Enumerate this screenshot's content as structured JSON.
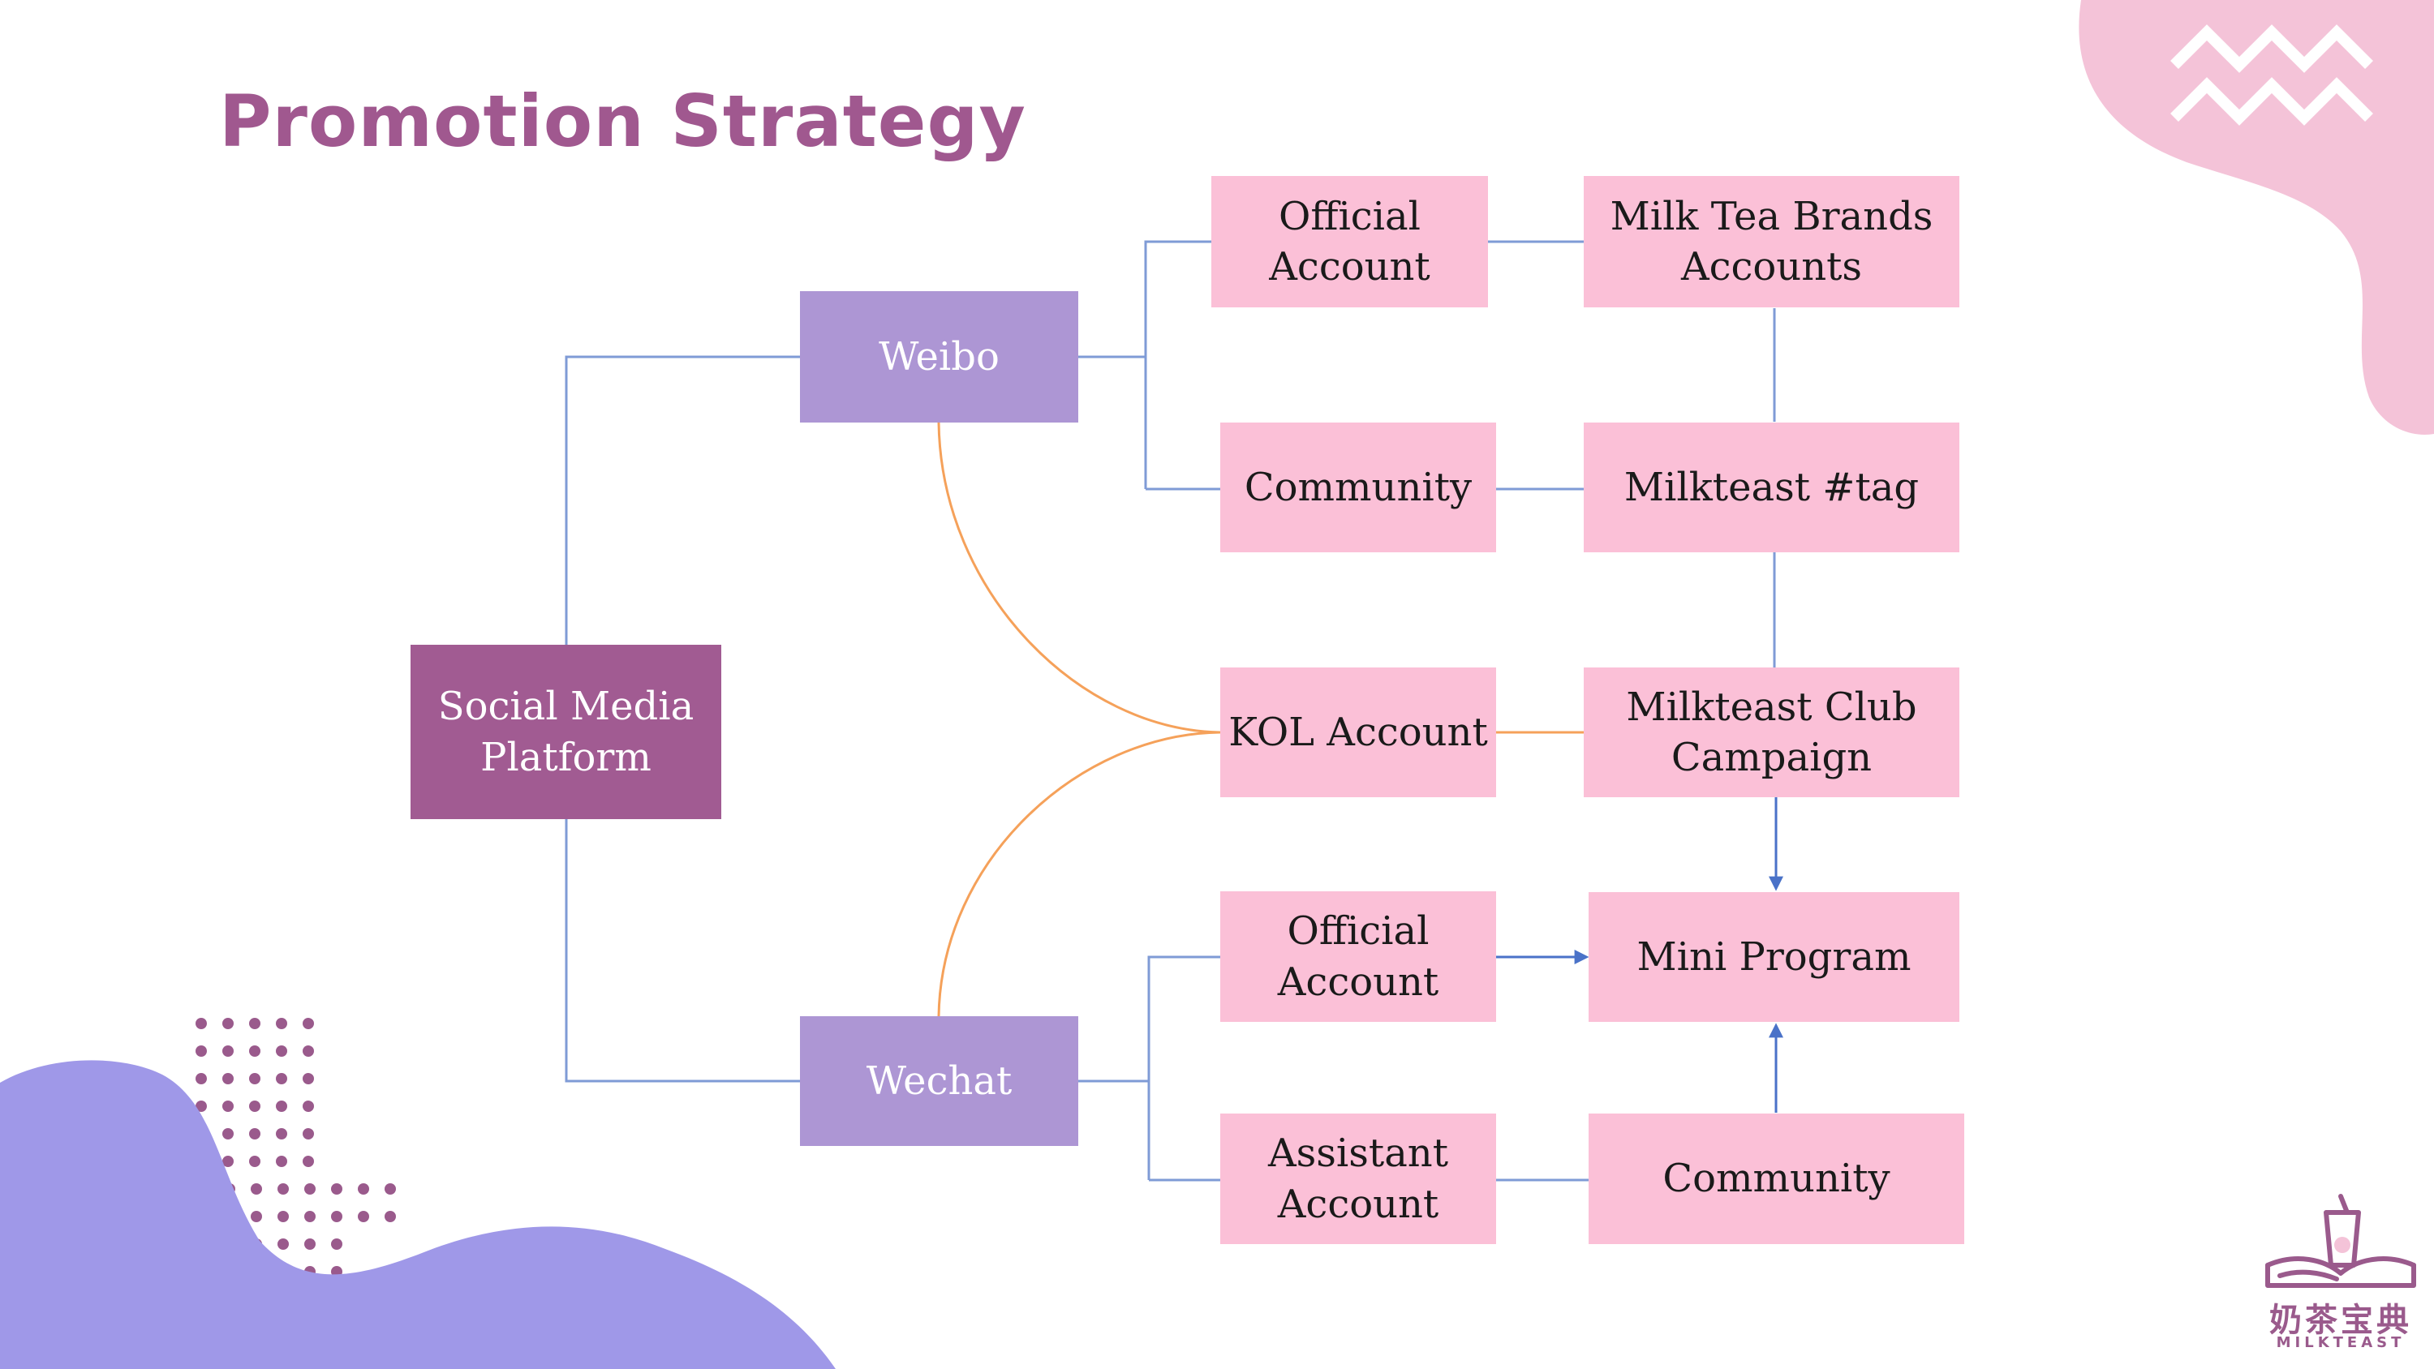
{
  "slide": {
    "title": "Promotion Strategy"
  },
  "diagram": {
    "root": "Social Media\nPlatform",
    "weibo": "Weibo",
    "wechat": "Wechat",
    "weibo_official": "Official\nAccount",
    "weibo_community": "Community",
    "kol": "KOL Account",
    "wechat_official": "Official\nAccount",
    "assistant": "Assistant\nAccount",
    "milk_tea_brands": "Milk Tea Brands\nAccounts",
    "milkteast_tag": "Milkteast #tag",
    "club_campaign": "Milkteast Club\nCampaign",
    "mini_program": "Mini Program",
    "wechat_community": "Community"
  },
  "logo": {
    "chinese": "奶茶宝典",
    "latin": "MILKTEAST"
  },
  "colors": {
    "title": "#a0588f",
    "root_box": "#a15b92",
    "level1_box": "#ad96d4",
    "leaf_box": "#fbc0d7",
    "tree_line": "#7f9bd6",
    "kol_line": "#f5a15a",
    "blob_pink": "#f4c3d8",
    "blob_purple": "#9f98e8",
    "dots": "#9a5a8c"
  }
}
